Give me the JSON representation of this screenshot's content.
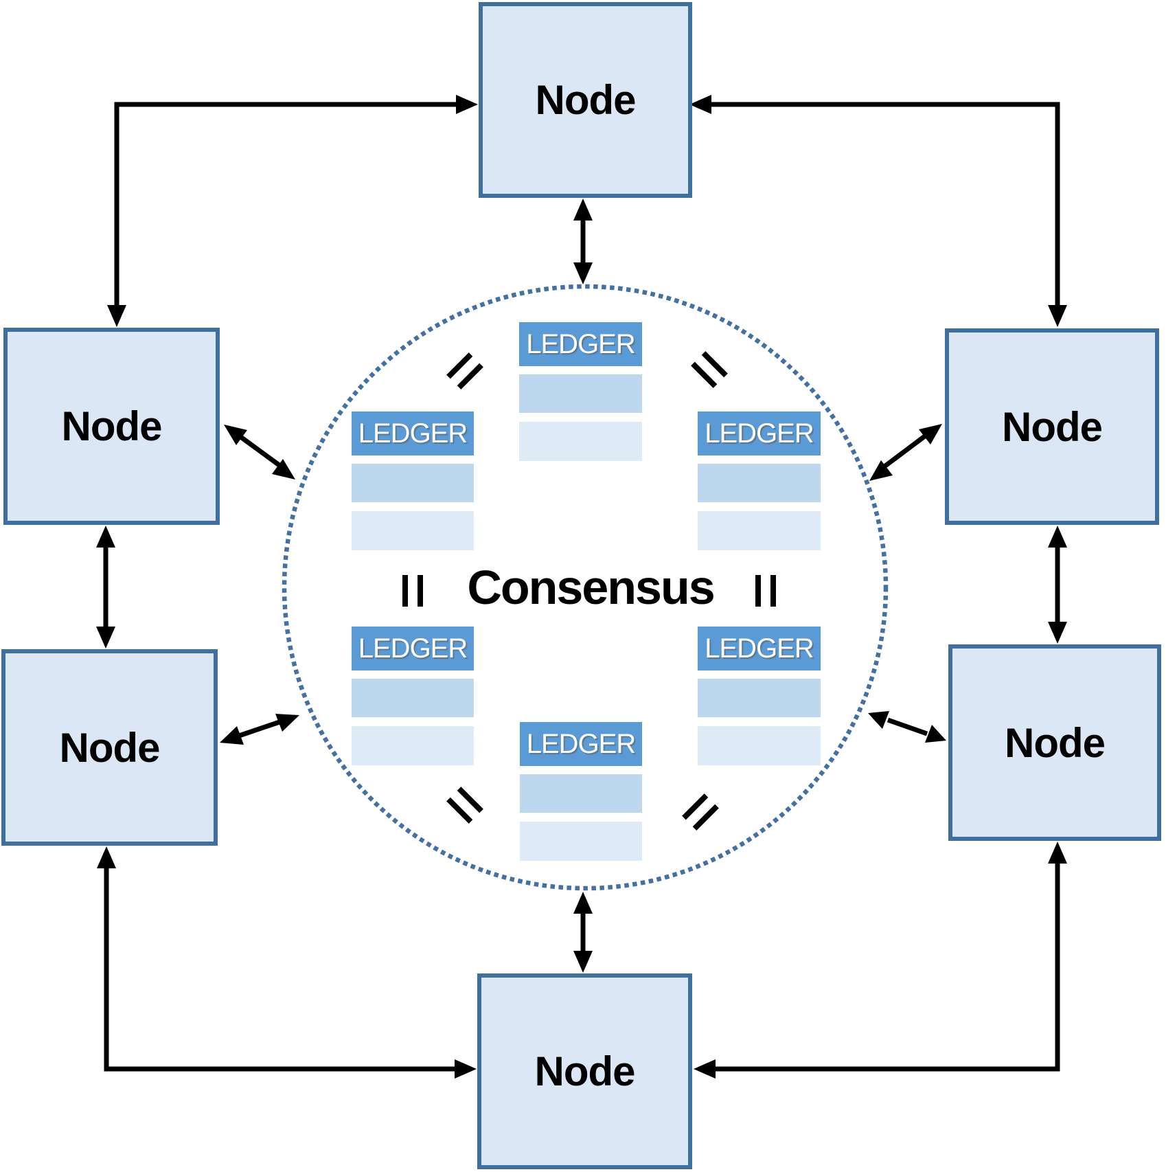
{
  "diagram": {
    "kind": "peer-to-peer-consensus-network",
    "description": "Six Node boxes connected in a ring around a dotted Consensus circle containing six equal LEDGER copies"
  },
  "nodes": [
    {
      "id": "top",
      "label": "Node"
    },
    {
      "id": "upper-left",
      "label": "Node"
    },
    {
      "id": "upper-right",
      "label": "Node"
    },
    {
      "id": "lower-left",
      "label": "Node"
    },
    {
      "id": "lower-right",
      "label": "Node"
    },
    {
      "id": "bottom",
      "label": "Node"
    }
  ],
  "ledgers": [
    {
      "id": "top",
      "label": "LEDGER",
      "rows": 2
    },
    {
      "id": "upper-left",
      "label": "LEDGER",
      "rows": 2
    },
    {
      "id": "upper-right",
      "label": "LEDGER",
      "rows": 2
    },
    {
      "id": "lower-left",
      "label": "LEDGER",
      "rows": 2
    },
    {
      "id": "lower-right",
      "label": "LEDGER",
      "rows": 2
    },
    {
      "id": "bottom",
      "label": "LEDGER",
      "rows": 2
    }
  ],
  "consensus": {
    "label": "Consensus"
  },
  "equals_marks": [
    {
      "between": "top-ledger and upper-left-ledger",
      "symbol": "="
    },
    {
      "between": "top-ledger and upper-right-ledger",
      "symbol": "="
    },
    {
      "between": "upper-left-ledger and lower-left-ledger",
      "symbol": "="
    },
    {
      "between": "upper-right-ledger and lower-right-ledger",
      "symbol": "="
    },
    {
      "between": "lower-left-ledger and bottom-ledger",
      "symbol": "="
    },
    {
      "between": "lower-right-ledger and bottom-ledger",
      "symbol": "="
    }
  ],
  "colors": {
    "node_fill": "#dbe7f4",
    "node_border": "#3f6f9f",
    "ledger_header": "#5b9bd5",
    "ledger_row1": "#bdd7ee",
    "ledger_row2": "#deebf7",
    "circle_dots": "#44719f",
    "arrows": "#000000",
    "background": "#ffffff"
  }
}
